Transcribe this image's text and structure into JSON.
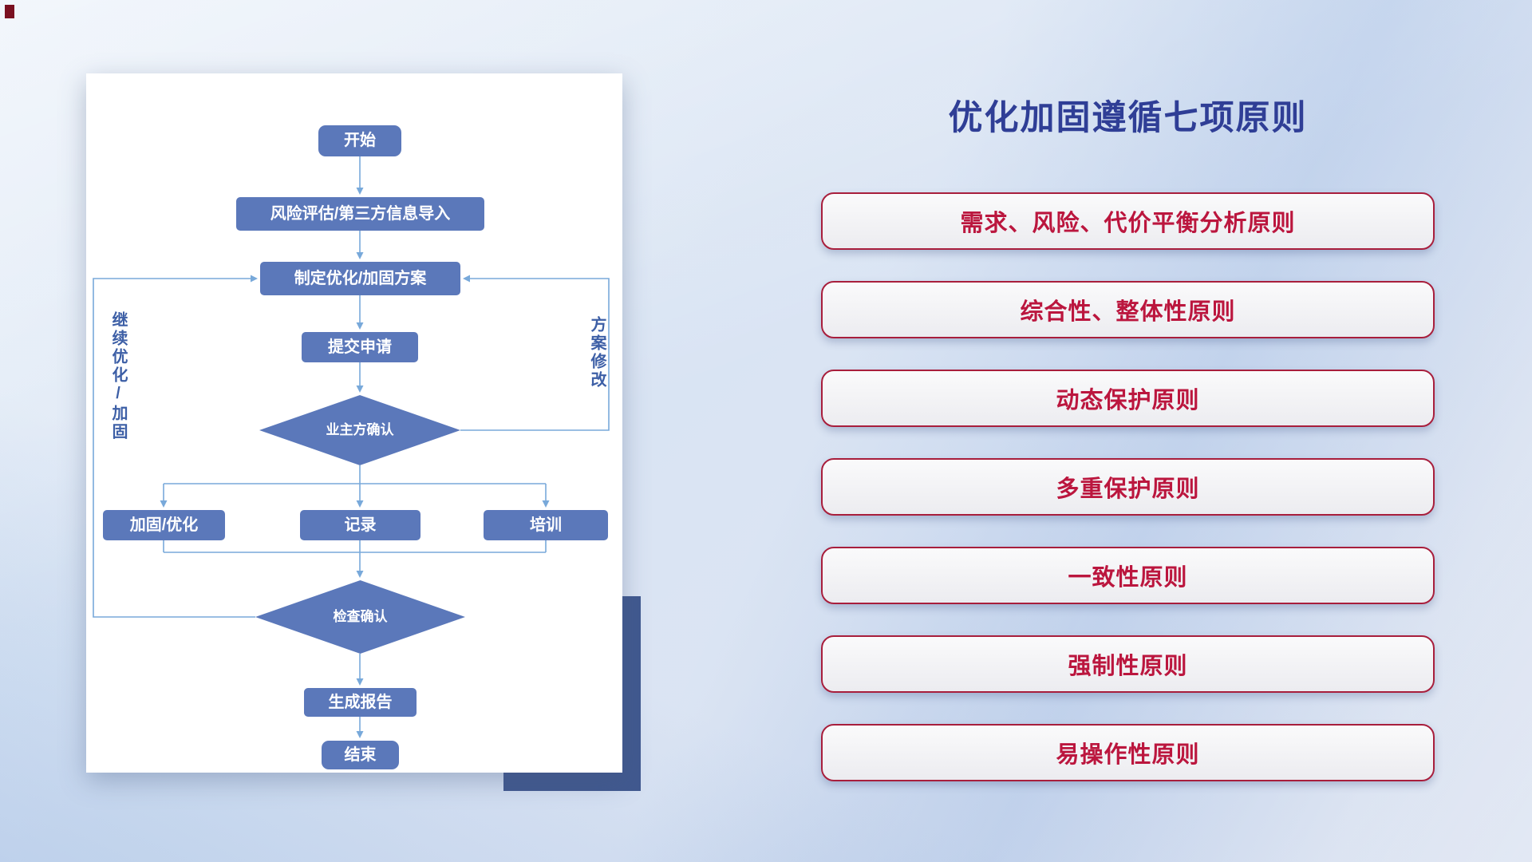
{
  "slide": {
    "title": "优化加固遵循七项原则"
  },
  "flowchart": {
    "nodes": {
      "start": "开始",
      "risk_import": "风险评估/第三方信息导入",
      "make_plan": "制定优化/加固方案",
      "submit": "提交申请",
      "owner_confirm": "业主方确认",
      "reinforce": "加固/优化",
      "record": "记录",
      "train": "培训",
      "check_confirm": "检查确认",
      "report": "生成报告",
      "end": "结束"
    },
    "edge_labels": {
      "continue_optimize": "继续优化/加固",
      "plan_modify": "方案修改"
    }
  },
  "principles": [
    "需求、风险、代价平衡分析原则",
    "综合性、整体性原则",
    "动态保护原则",
    "多重保护原则",
    "一致性原则",
    "强制性原则",
    "易操作性原则"
  ],
  "colors": {
    "node-blue": "#5b78ba",
    "line-blue": "#78a9da",
    "edge-label-blue": "#3d5fa6",
    "title-blue": "#2f3e96",
    "principle-red": "#bb163e",
    "principle-border": "#a81e3c",
    "principle-bg": "#f3f3f5",
    "card-accent-blue": "#41598f"
  }
}
